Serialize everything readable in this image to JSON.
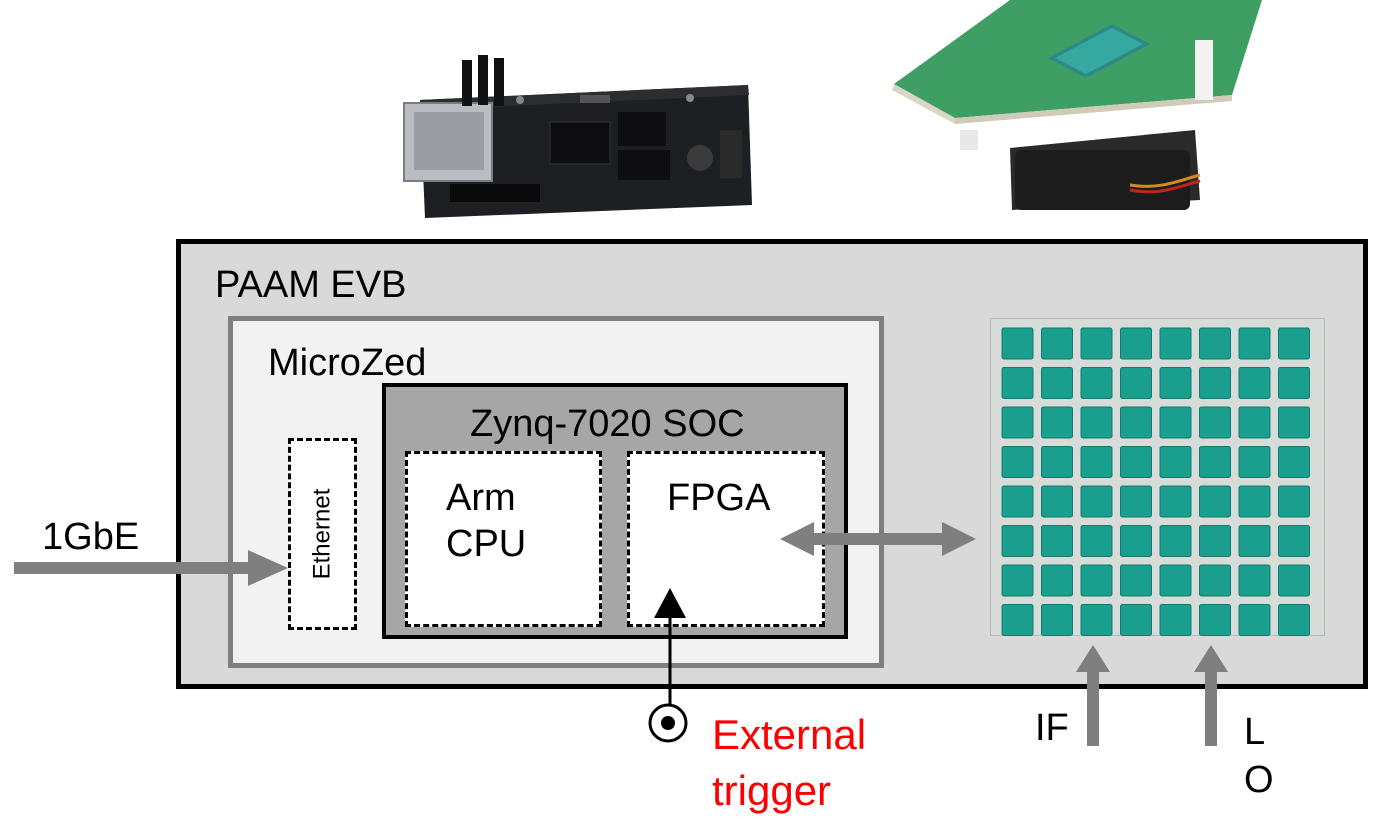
{
  "photos": {
    "board_left": "MicroZed board",
    "board_right": "PAAM evaluation board"
  },
  "labels": {
    "evb": "PAAM EVB",
    "microzed": "MicroZed",
    "soc": "Zynq-7020 SOC",
    "ethernet": "Ethernet",
    "cpu_line1": "Arm",
    "cpu_line2": "CPU",
    "fpga": "FPGA",
    "gbe": "1GbE",
    "trigger_line1": "External",
    "trigger_line2": "trigger",
    "if": "IF",
    "lo_line1": "L",
    "lo_line2": "O"
  },
  "colors": {
    "trigger_text": "#ff0000",
    "arrow": "#7f7f7f",
    "chip_tile": "#1a9e8e"
  },
  "chip": {
    "rows": 8,
    "cols": 8
  }
}
